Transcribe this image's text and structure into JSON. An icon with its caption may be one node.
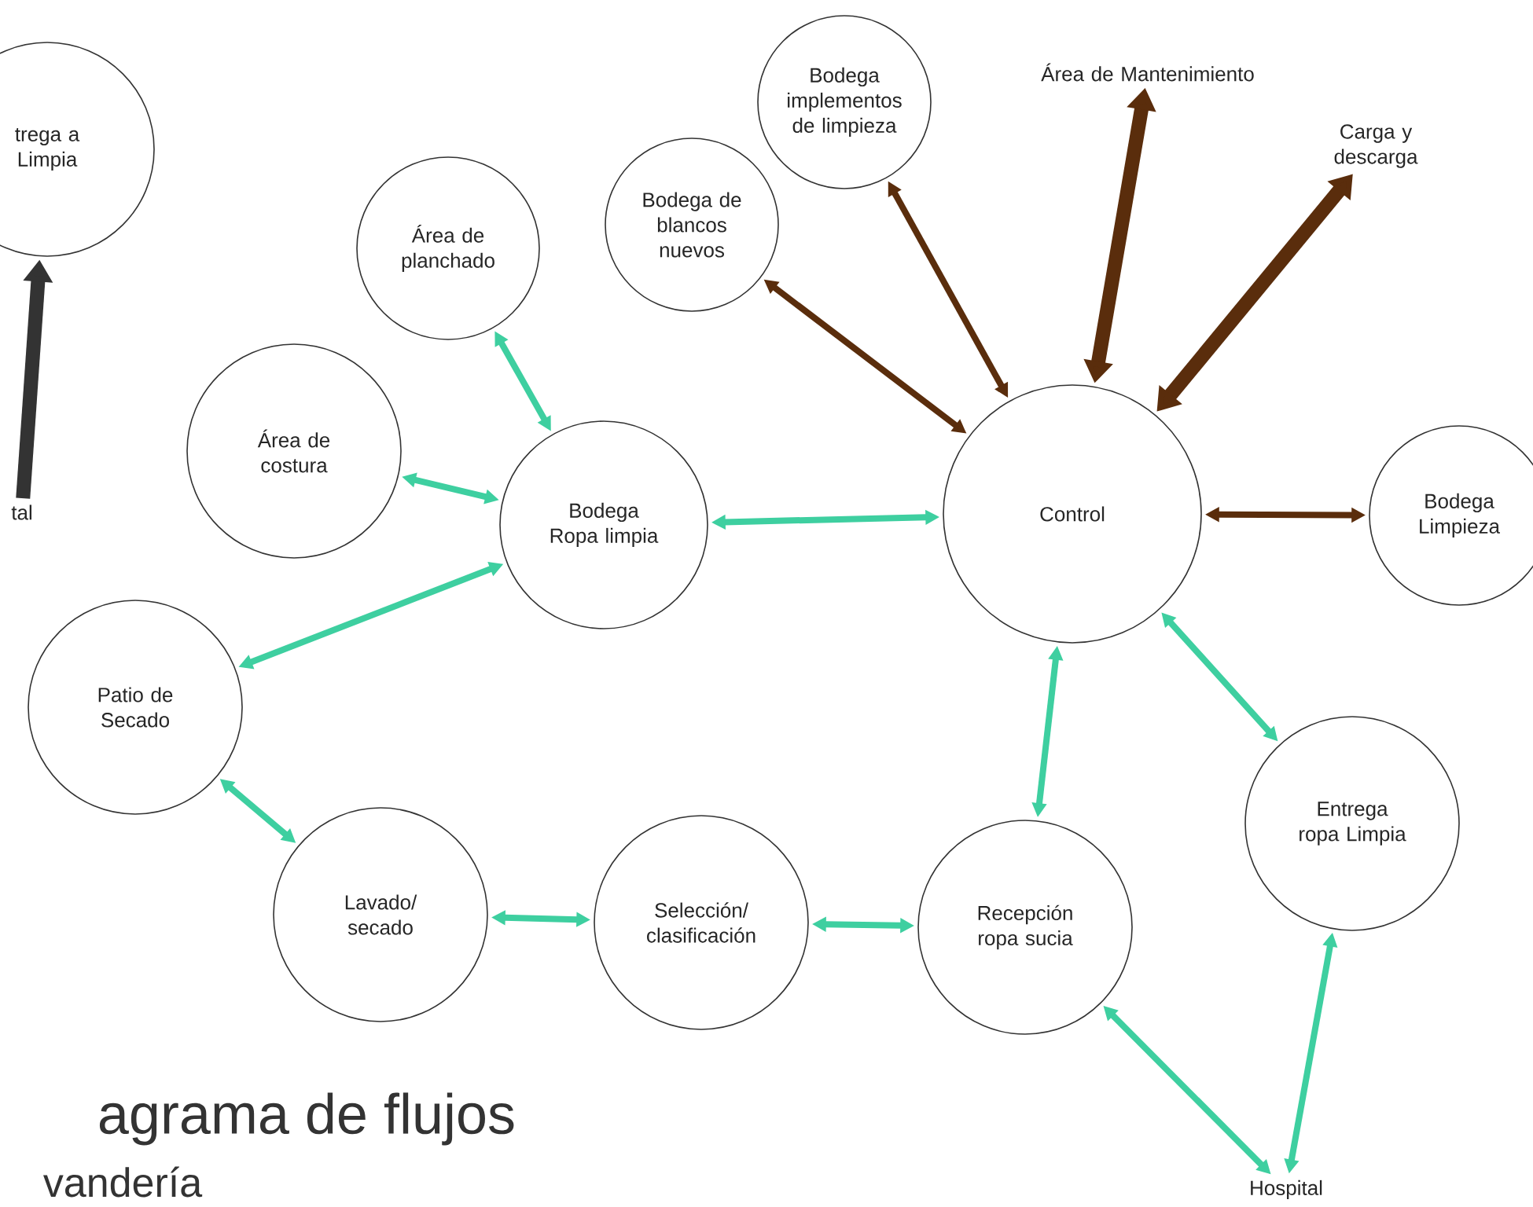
{
  "diagram": {
    "title": "agrama de flujos",
    "nodes": [
      {
        "text": [
          "trega a Limpia"
        ]
      },
      {
        "text": [
          "Bodega implementos de limpieza"
        ]
      },
      {
        "text": [
          "Área de Mantenimiento"
        ]
      },
      {
        "text": [
          "Carga y descarga"
        ]
      },
      {
        "text": [
          "Área de planchado"
        ]
      },
      {
        "text": [
          "Bodega de blancos nuevos"
        ]
      },
      {
        "text": [
          "Área de costura"
        ]
      },
      {
        "text": [
          "Bodega Ropa limpia"
        ]
      },
      {
        "text": [
          "Control"
        ]
      },
      {
        "text": [
          "Bodega Limpieza"
        ]
      },
      {
        "text": [
          "tal"
        ]
      },
      {
        "text": [
          "Patio de Secado"
        ]
      },
      {
        "text": [
          "Entrega ropa Limpia"
        ]
      },
      {
        "text": [
          "Lavado/ secado"
        ]
      },
      {
        "text": [
          "Selección/ clasificación"
        ]
      },
      {
        "text": [
          "Recepción ropa sucia"
        ]
      },
      {
        "text": [
          "Hospital"
        ]
      }
    ],
    "edges": [
      {
        "from": 10,
        "to": 0,
        "arrow": "to",
        "style": "thick",
        "color": "#333333"
      },
      {
        "from": 8,
        "to": 5,
        "arrow": "both",
        "color": "#5a2d0c"
      },
      {
        "from": 8,
        "to": 1,
        "arrow": "both",
        "color": "#5a2d0c"
      },
      {
        "from": 8,
        "to": 2,
        "arrow": "both",
        "style": "thick",
        "color": "#5a2d0c"
      },
      {
        "from": 8,
        "to": 3,
        "arrow": "both",
        "style": "thick",
        "color": "#5a2d0c"
      },
      {
        "from": 8,
        "to": 9,
        "arrow": "both",
        "color": "#5a2d0c"
      },
      {
        "from": 4,
        "to": 7,
        "arrow": "both"
      },
      {
        "from": 6,
        "to": 7,
        "arrow": "both"
      },
      {
        "from": 7,
        "to": 8,
        "arrow": "both"
      },
      {
        "from": 7,
        "to": 11,
        "arrow": "both"
      },
      {
        "from": 11,
        "to": 13,
        "arrow": "both"
      },
      {
        "from": 13,
        "to": 14,
        "arrow": "both"
      },
      {
        "from": 14,
        "to": 15,
        "arrow": "both"
      },
      {
        "from": 8,
        "to": 15,
        "arrow": "both"
      },
      {
        "from": 8,
        "to": 12,
        "arrow": "both"
      },
      {
        "from": 15,
        "to": 16,
        "arrow": "both"
      },
      {
        "from": 12,
        "to": 16,
        "arrow": "both"
      }
    ],
    "labels": [
      "vandería"
    ]
  }
}
